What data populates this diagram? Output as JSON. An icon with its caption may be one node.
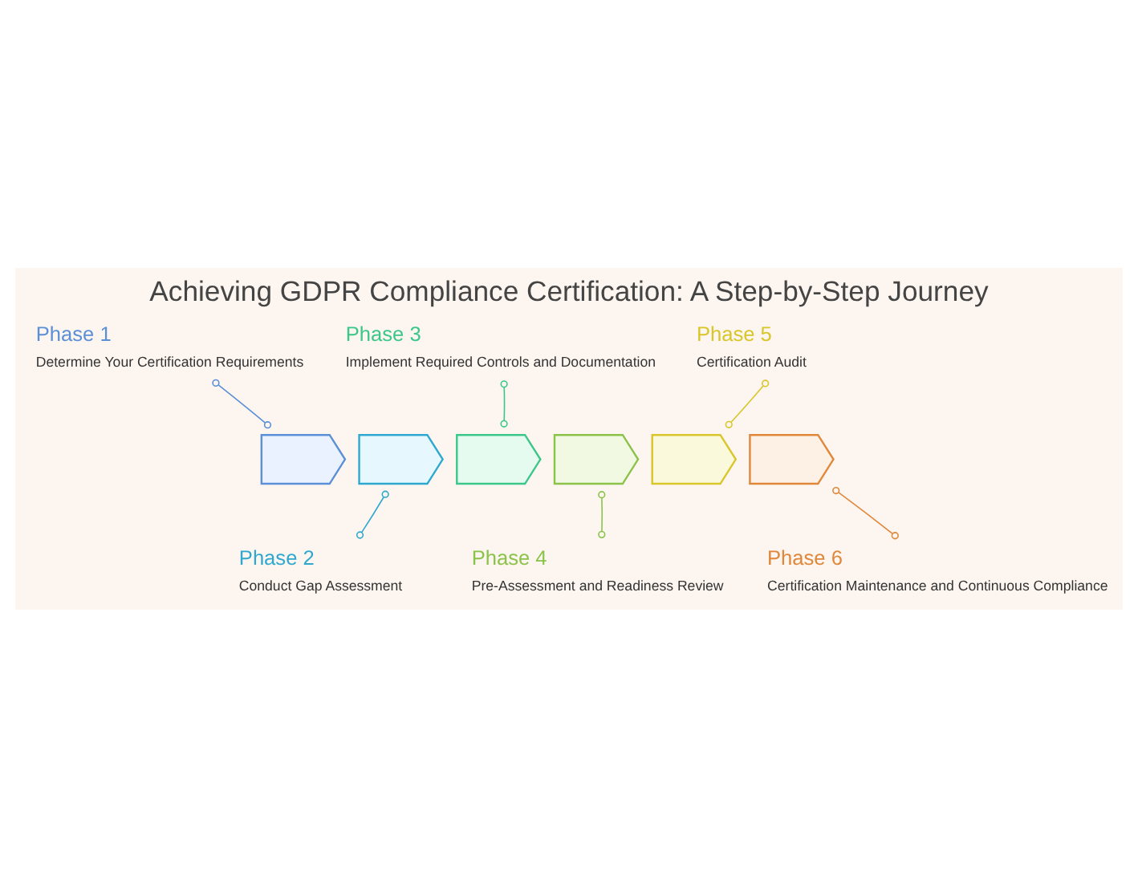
{
  "diagram": {
    "title": "Achieving GDPR Compliance Certification: A Step-by-Step Journey",
    "nodes": [
      {
        "text": [
          "Phase 1",
          "Determine Your Certification Requirements"
        ]
      },
      {
        "text": [
          "Phase 2",
          "Conduct Gap Assessment"
        ]
      },
      {
        "text": [
          "Phase 3",
          "Implement Required Controls and Documentation"
        ]
      },
      {
        "text": [
          "Phase 4",
          "Pre-Assessment and Readiness Review"
        ]
      },
      {
        "text": [
          "Phase 5",
          "Certification Audit"
        ]
      },
      {
        "text": [
          "Phase 6",
          "Certification Maintenance and Continuous Compliance"
        ]
      },
      {
        "text": [],
        "shape": "chevron"
      },
      {
        "text": [],
        "shape": "chevron"
      },
      {
        "text": [],
        "shape": "chevron"
      },
      {
        "text": [],
        "shape": "chevron"
      },
      {
        "text": [],
        "shape": "chevron"
      },
      {
        "text": [],
        "shape": "chevron"
      }
    ],
    "edges": [
      {
        "from": 0,
        "to": 6,
        "arrow": "other",
        "color": "#5b8fd6"
      },
      {
        "from": 1,
        "to": 7,
        "arrow": "other",
        "color": "#2fa8cf"
      },
      {
        "from": 2,
        "to": 8,
        "arrow": "other",
        "color": "#3cc78a"
      },
      {
        "from": 3,
        "to": 9,
        "arrow": "other",
        "color": "#8bc34a"
      },
      {
        "from": 4,
        "to": 10,
        "arrow": "other",
        "color": "#d8c62a"
      },
      {
        "from": 5,
        "to": 11,
        "arrow": "other",
        "color": "#e0873a"
      }
    ]
  }
}
